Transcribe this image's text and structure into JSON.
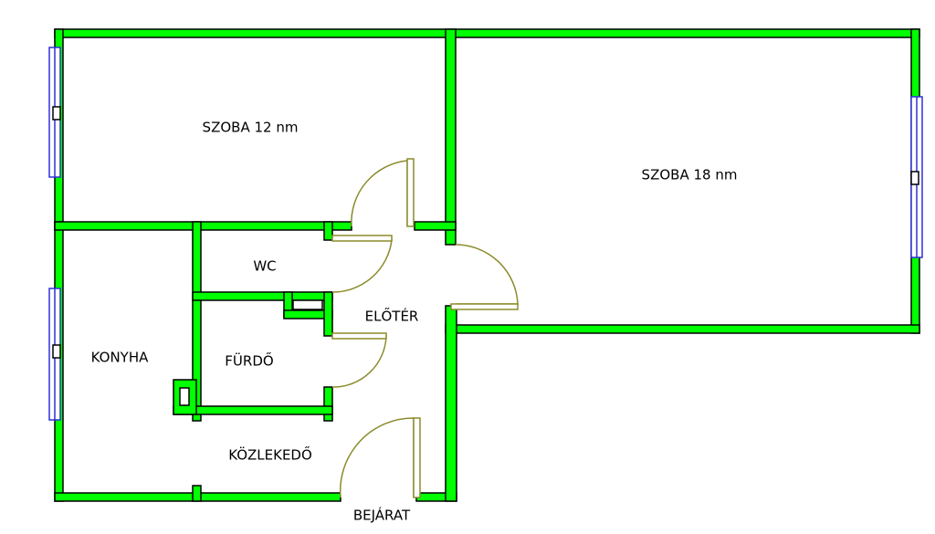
{
  "plan": {
    "rooms": {
      "szoba_12": "SZOBA 12 nm",
      "szoba_18": "SZOBA 18 nm",
      "wc": "WC",
      "eloter": "ELŐTÉR",
      "konyha": "KONYHA",
      "furdo": "FÜRDŐ",
      "kozlekedo": "KÖZLEKEDŐ"
    },
    "entrance_label": "BEJÁRAT"
  },
  "colors": {
    "wall_fill": "#00ff00",
    "wall_outline": "#000000",
    "door": "#8b8b2c",
    "window": "#3030d8",
    "background": "#ffffff"
  }
}
